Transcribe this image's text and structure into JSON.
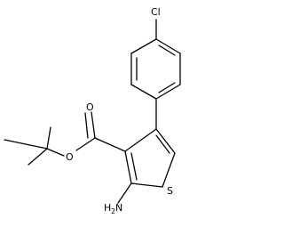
{
  "diagram": {
    "type": "chemical-structure",
    "atoms": {
      "chlorine": "Cl",
      "oxygen_carbonyl": "O",
      "oxygen_ester": "O",
      "sulfur": "S",
      "amine_main": "H",
      "amine_subscript": "2",
      "amine_tail": "N"
    },
    "colors": {
      "ink": "#000000",
      "background": "#ffffff"
    }
  }
}
